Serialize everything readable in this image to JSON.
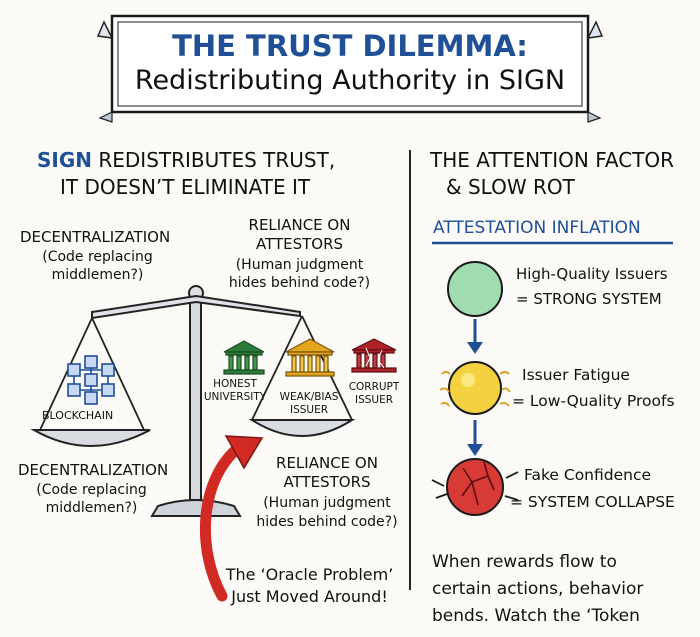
{
  "title": {
    "line1": "THE TRUST DILEMMA:",
    "line2": "Redistributing Authority in SIGN"
  },
  "left": {
    "heading_word": "SIGN",
    "heading_rest": " REDISTRIBUTES TRUST,",
    "heading_line2": "IT DOESN’T ELIMINATE IT",
    "top_left": {
      "title": "DECENTRALIZATION",
      "line1": "(Code replacing",
      "line2": "middlemen?)"
    },
    "top_right": {
      "title1": "RELIANCE ON",
      "title2": "ATTESTORS",
      "line1": "(Human judgment",
      "line2": "hides behind code?)"
    },
    "bottom_left": {
      "title": "DECENTRALIZATION",
      "line1": "(Code replacing",
      "line2": "middlemen?)"
    },
    "bottom_right": {
      "title1": "RELIANCE ON",
      "title2": "ATTESTORS",
      "line1": "(Human judgment",
      "line2": "hides behind code?)"
    },
    "blockchain_label": "BLOCKCHAIN",
    "issuers": [
      {
        "line1": "HONEST",
        "line2": "UNIVERSITY"
      },
      {
        "line1": "WEAK/BIAS",
        "line2": "ISSUER"
      },
      {
        "line1": "CORRUPT",
        "line2": "ISSUER"
      }
    ],
    "oracle_line1": "The ‘Oracle Problem’",
    "oracle_line2": "Just Moved Around!"
  },
  "right": {
    "heading_line1": "THE ATTENTION FACTOR",
    "heading_line2": "& SLOW ROT",
    "subheading": "ATTESTATION INFLATION",
    "stages": [
      {
        "line1": "High-Quality Issuers",
        "line2": "= STRONG SYSTEM",
        "color": "#9fdcb0"
      },
      {
        "line1": "Issuer Fatigue",
        "line2": "= Low-Quality Proofs",
        "color": "#f4d23f"
      },
      {
        "line1": "Fake Confidence",
        "line2": "= SYSTEM COLLAPSE",
        "color": "#d83a36"
      }
    ],
    "footer_line1": "When rewards flow to",
    "footer_line2": "certain actions, behavior",
    "footer_line3": "bends. Watch the ‘Token"
  },
  "colors": {
    "accent_blue": "#1e4f97",
    "arrow_red": "#d12a25",
    "green": "#2a7a3a",
    "gold": "#d99a14",
    "red": "#b0222a"
  }
}
